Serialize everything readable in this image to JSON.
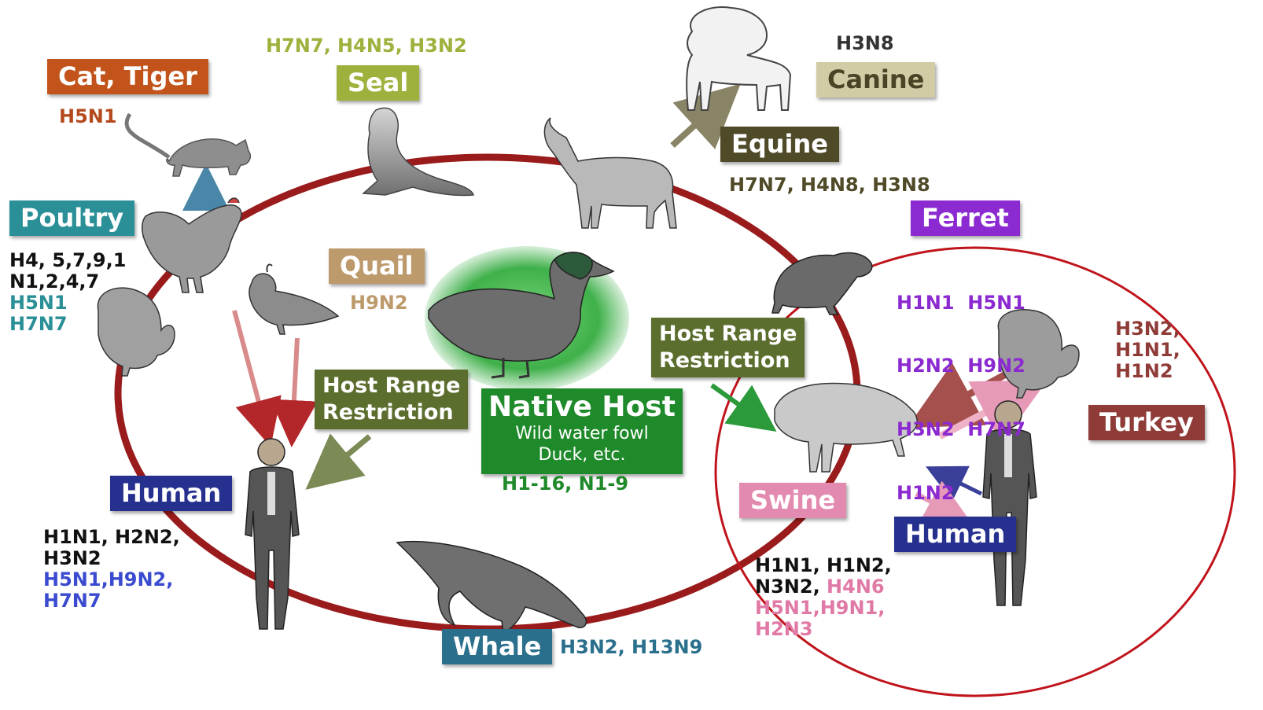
{
  "colors": {
    "cycle": "#9a1b1b",
    "annotation": "#c0141c",
    "native": "#1f8a2a"
  },
  "hosts": {
    "cat": {
      "label": "Cat, Tiger",
      "strains": [
        "H5N1"
      ],
      "color": "#c2541b"
    },
    "seal": {
      "label": "Seal",
      "strains": [
        "H7N7, H4N5, H3N2"
      ],
      "color": "#9fb13d"
    },
    "canine": {
      "label": "Canine",
      "strains": [
        "H3N8"
      ],
      "color": "#d2cca6"
    },
    "equine": {
      "label": "Equine",
      "strains": [
        "H7N7, H4N8, H3N8"
      ],
      "color": "#4f4a28"
    },
    "ferret": {
      "label": "Ferret",
      "strains": [
        "H1N1  H5N1",
        "H2N2  H9N2",
        "H3N2  H7N7",
        "H1N2"
      ],
      "color": "#8b2ad0"
    },
    "poultry": {
      "label": "Poultry",
      "strains_dark": [
        "H4, 5,7,9,1",
        "N1,2,4,7"
      ],
      "strains_teal": [
        "H5N1",
        "H7N7"
      ],
      "color": "#2a8f96"
    },
    "quail": {
      "label": "Quail",
      "strains": [
        "H9N2"
      ],
      "color": "#bd9a6b"
    },
    "turkey": {
      "label": "Turkey",
      "strains": [
        "H3N2,",
        "H1N1,",
        "H1N2"
      ],
      "color": "#8f3b38"
    },
    "human_left": {
      "label": "Human",
      "strains_dark": [
        "H1N1, H2N2,",
        "H3N2"
      ],
      "strains_blue": [
        "H5N1,H9N2,",
        "H7N7"
      ],
      "color": "#26308f"
    },
    "swine": {
      "label": "Swine",
      "strains_dark": [
        "H1N1, H1N2,",
        "N3N2, "
      ],
      "strain_pink_inline": "H4N6",
      "strains_pink": [
        "H5N1,H9N1,",
        "H2N3"
      ],
      "color": "#e38ab0"
    },
    "human_right": {
      "label": "Human",
      "color": "#26308f"
    },
    "whale": {
      "label": "Whale",
      "strains": [
        "H3N2, H13N9"
      ],
      "color": "#2a6f8c"
    }
  },
  "restrictions": {
    "left": {
      "lines": [
        "Host Range",
        "Restriction"
      ],
      "color": "#5b6e2e"
    },
    "right": {
      "lines": [
        "Host Range",
        "Restriction"
      ],
      "color": "#5b6e2e"
    }
  },
  "native": {
    "title": "Native Host",
    "line1": "Wild water fowl",
    "line2": "Duck, etc.",
    "strains": "H1-16, N1-9"
  },
  "icons": [
    "cat-icon",
    "seal-icon",
    "dog-icon",
    "horse-icon",
    "chicken-icon",
    "quail-icon",
    "duck-icon",
    "ferret-icon",
    "turkey-icon",
    "pig-icon",
    "human-icon",
    "whale-icon"
  ]
}
